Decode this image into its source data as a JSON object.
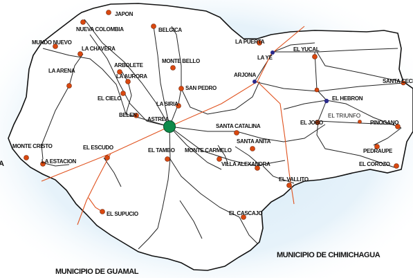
{
  "colors": {
    "background_glow": "#cfe6f5",
    "land": "#ffffff",
    "border": "#111111",
    "road": "#222222",
    "highway": "#e0521e",
    "town": "#d9480f",
    "junction": "#2b2a8c",
    "capital": "#0e8a4a"
  },
  "regions": {
    "guamal": "MUNICIPIO DE GUAMAL",
    "chimichagua": "MUNICIPIO DE CHIMICHAGUA",
    "edge_left": "A",
    "edge_right": "SANTA CECILIA"
  },
  "places": {
    "japon": "JAPON",
    "nueva_colombia": "NUEVA COLOMBIA",
    "belgica": "BELGICA",
    "mundo_nuevo": "MUNDO NUEVO",
    "la_chavera": "LA CHAVERA",
    "la_puerta": "LA PUERTA",
    "la_ye": "LA YE",
    "el_yucal": "EL YUCAL",
    "arbolete": "ARBOLETE",
    "la_aurora": "LA AURORA",
    "la_arena": "LA ARENA",
    "monte_bello": "MONTE BELLO",
    "arjona": "ARJONA",
    "san_pedro": "SAN PEDRO",
    "el_cielo": "EL CIELO",
    "la_siria": "LA SIRIA",
    "el_hebron": "EL HEBRON",
    "belen": "BELEN",
    "astrea": "ASTREA",
    "el_triunfo": "EL TRIUNFO",
    "el_jobo": "EL JOBO",
    "pinogano": "PINOGANO",
    "santa_catalina": "SANTA CATALINA",
    "monte_cristo": "MONTE CRISTO",
    "el_escudo": "EL ESCUDO",
    "el_tambo": "EL TAMBO",
    "santa_anita": "SANTA ANITA",
    "monte_carmelo": "MONTE CARMELO",
    "pedraupe": "PEDRAUPE",
    "la_estacion": "LA ESTACION",
    "villa_alexandra": "VILLA ALEXANDRA",
    "el_corozo": "EL COROZO",
    "el_vallito": "EL VALLITO",
    "el_supucio": "EL SUPUCIO",
    "el_cascajo": "EL CASCAJO"
  }
}
